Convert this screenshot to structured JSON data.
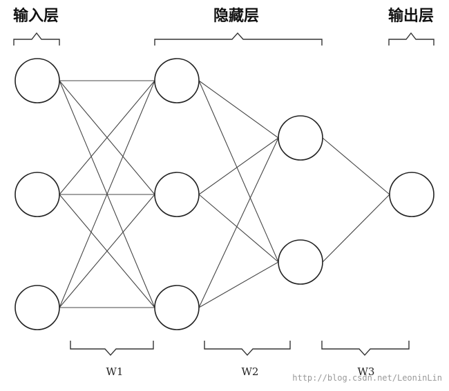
{
  "layers": {
    "input_label": "输入层",
    "hidden_label": "隐藏层",
    "output_label": "输出层"
  },
  "weights": {
    "w1": "W1",
    "w2": "W2",
    "w3": "W3"
  },
  "watermark": "http://blog.csdn.net/LeoninLin",
  "network": {
    "layer_sizes": [
      3,
      3,
      2,
      1
    ]
  }
}
